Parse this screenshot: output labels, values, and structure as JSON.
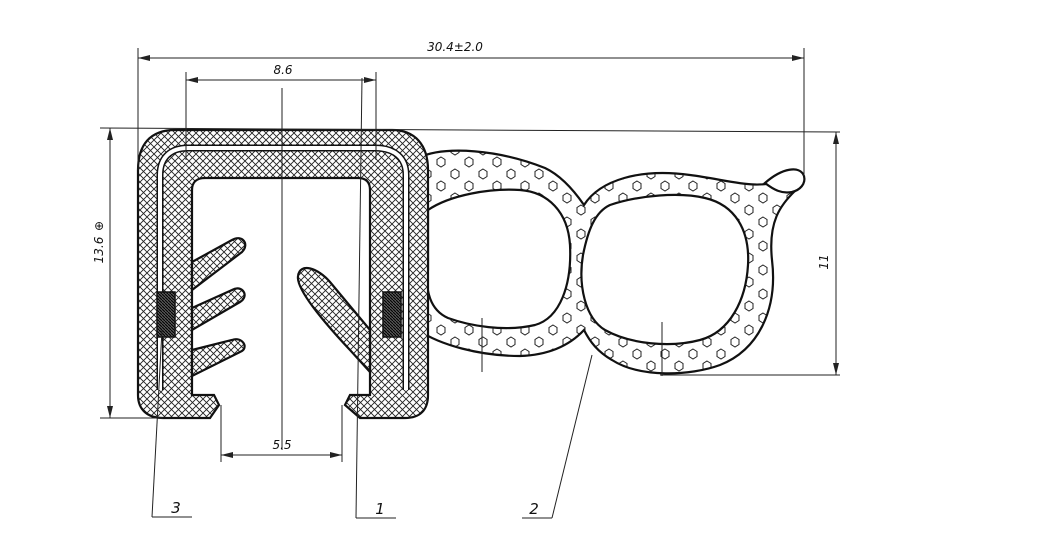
{
  "dimensions": {
    "overall_width": "30.4±2.0",
    "inner_top_width": "8.6",
    "slot_width": "5.5",
    "height": "13.6",
    "height_marker": "⊕",
    "bulb_height": "11"
  },
  "callouts": {
    "one": "1",
    "two": "2",
    "three": "3"
  },
  "colors": {
    "line": "#111111",
    "background": "#ffffff"
  }
}
